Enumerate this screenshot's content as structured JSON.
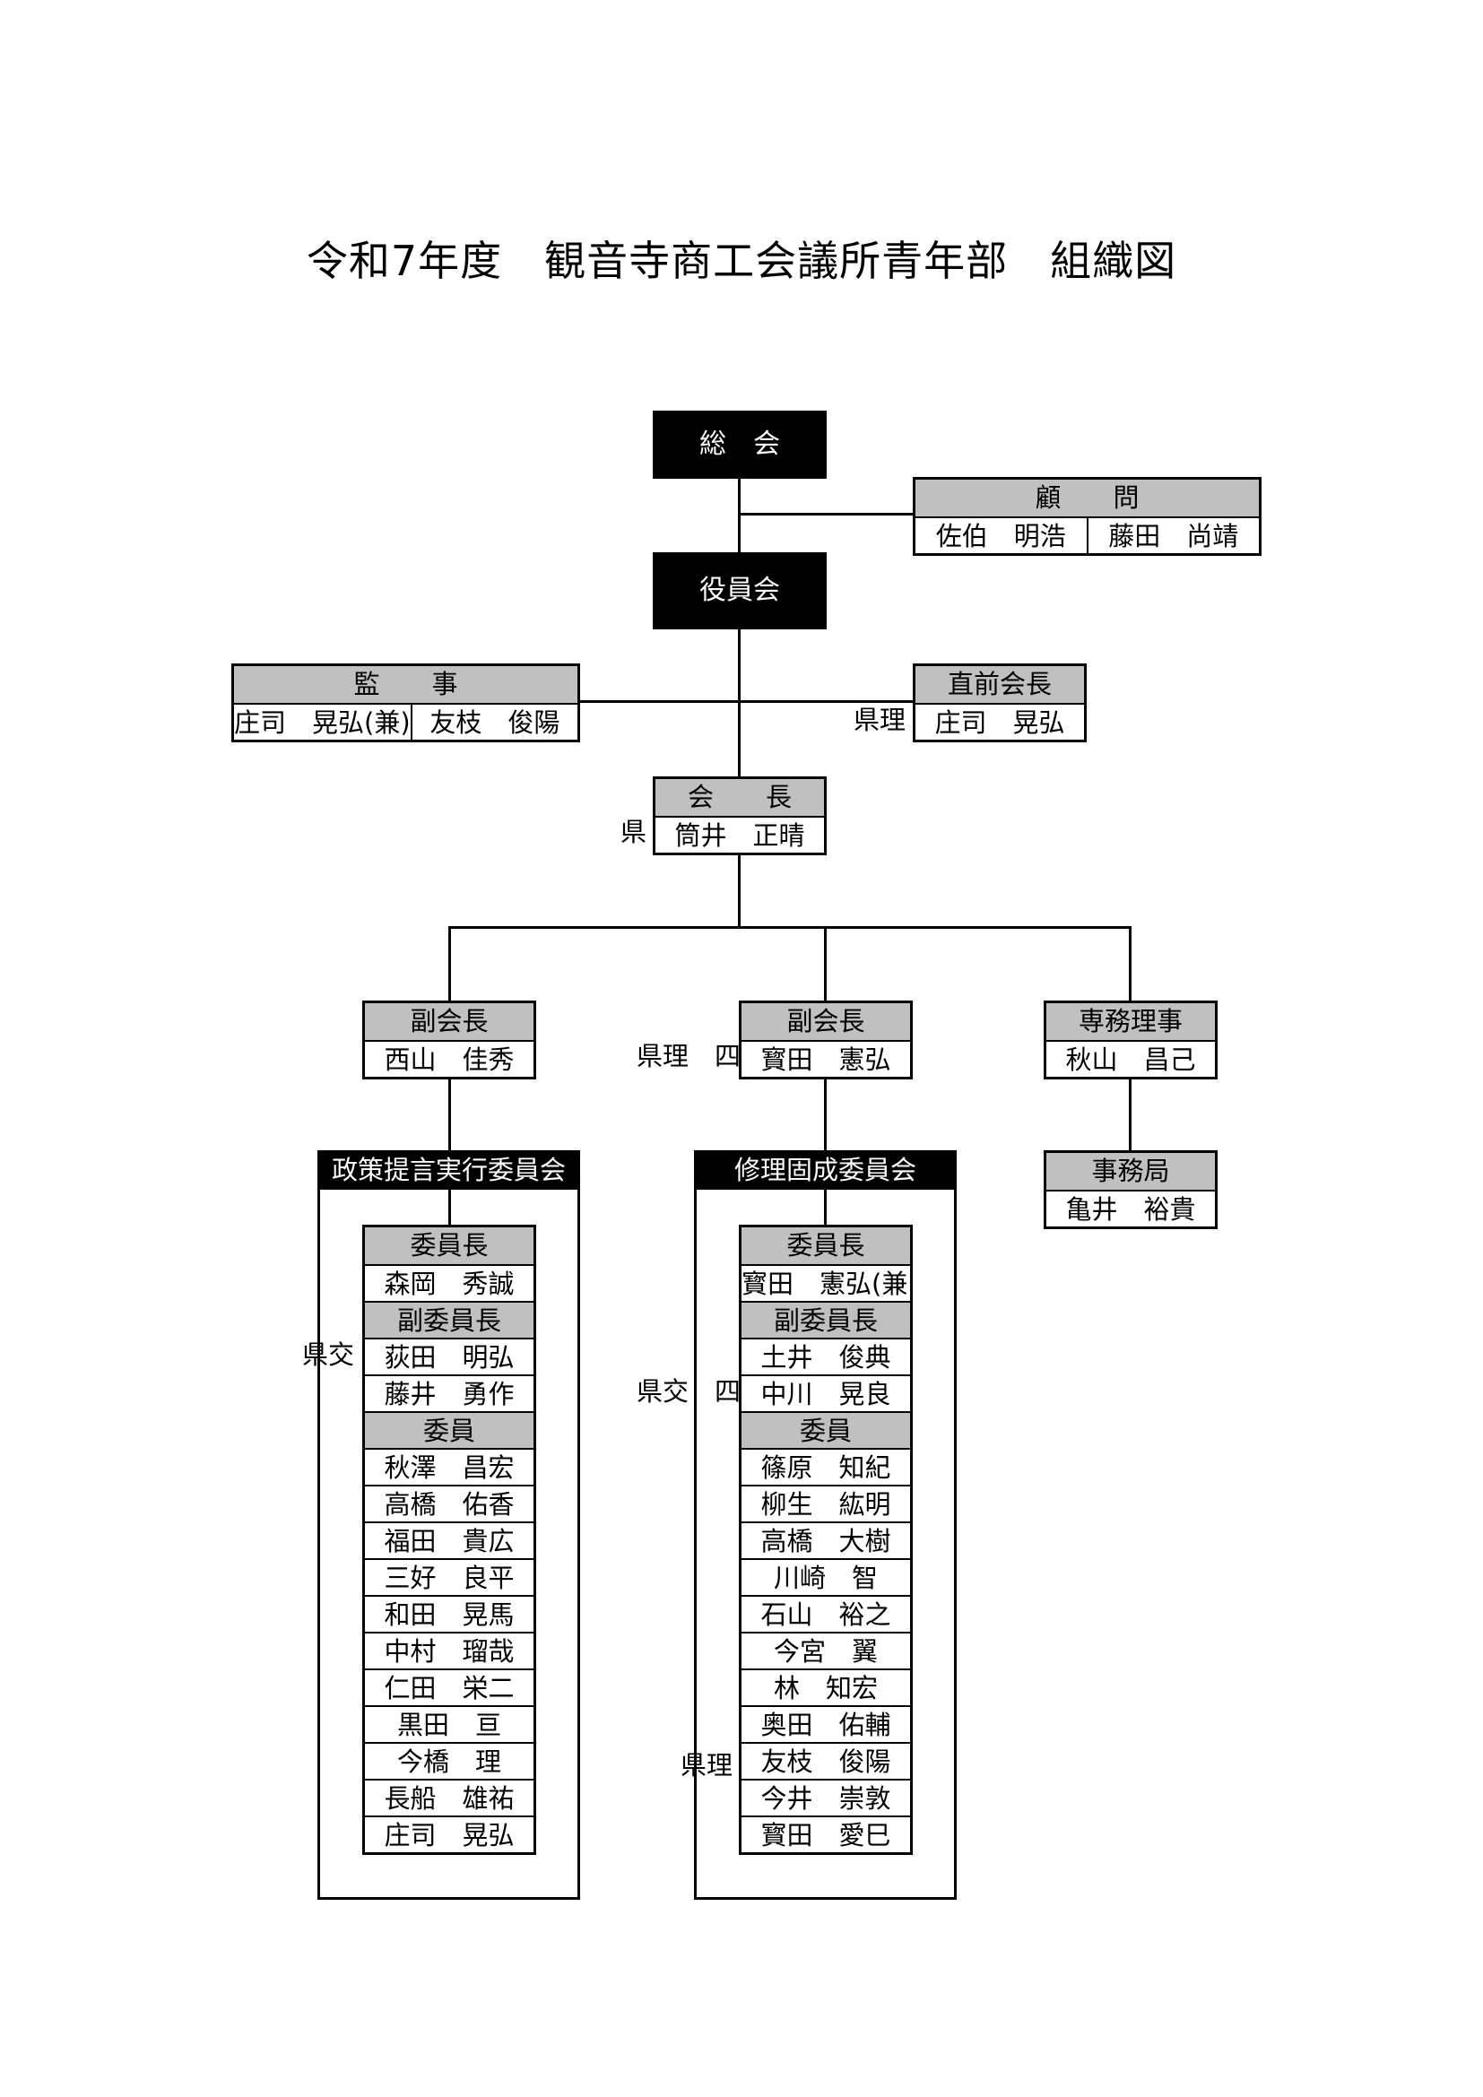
{
  "title": "令和7年度　観音寺商工会議所青年部　組織図",
  "sokai": "総　会",
  "yakuinkai": "役員会",
  "komon": {
    "label": "顧　　問",
    "members": [
      "佐伯　明浩",
      "藤田　尚靖"
    ]
  },
  "kanji": {
    "label": "監　　事",
    "members": [
      "庄司　晃弘(兼)",
      "友枝　俊陽"
    ]
  },
  "chokuzen": {
    "label": "直前会長",
    "tag": "県理",
    "member": "庄司　晃弘"
  },
  "kaicho": {
    "label": "会　　長",
    "tag": "県",
    "member": "筒井　正晴"
  },
  "fukukaicho_left": {
    "label": "副会長",
    "member": "西山　佳秀"
  },
  "fukukaicho_center": {
    "label": "副会長",
    "tag": "県理　四",
    "member": "寳田　憲弘"
  },
  "senmu": {
    "label": "専務理事",
    "member": "秋山　昌己"
  },
  "jimukyoku": {
    "label": "事務局",
    "member": "亀井　裕貴"
  },
  "committee_left": {
    "name": "政策提言実行委員会",
    "chair_label": "委員長",
    "chair": "森岡　秀誠",
    "vice_label": "副委員長",
    "vice_tag": "県交",
    "vice": [
      "荻田　明弘",
      "藤井　勇作"
    ],
    "members_label": "委員",
    "members": [
      "秋澤　昌宏",
      "高橋　佑香",
      "福田　貴広",
      "三好　良平",
      "和田　晃馬",
      "中村　瑠哉",
      "仁田　栄二",
      "黒田　亘",
      "今橋　理",
      "長船　雄祐",
      "庄司　晃弘"
    ]
  },
  "committee_center": {
    "name": "修理固成委員会",
    "chair_label": "委員長",
    "chair": "寳田　憲弘(兼)",
    "vice_label": "副委員長",
    "vice_tag": "県交　四",
    "vice": [
      "土井　俊典",
      "中川　晃良"
    ],
    "members_label": "委員",
    "members_tag": "県理",
    "members": [
      "篠原　知紀",
      "柳生　紘明",
      "高橋　大樹",
      "川崎　智",
      "石山　裕之",
      "今宮　翼",
      "林　知宏",
      "奥田　佑輔",
      "友枝　俊陽",
      "今井　崇敦",
      "寳田　愛巳"
    ]
  }
}
